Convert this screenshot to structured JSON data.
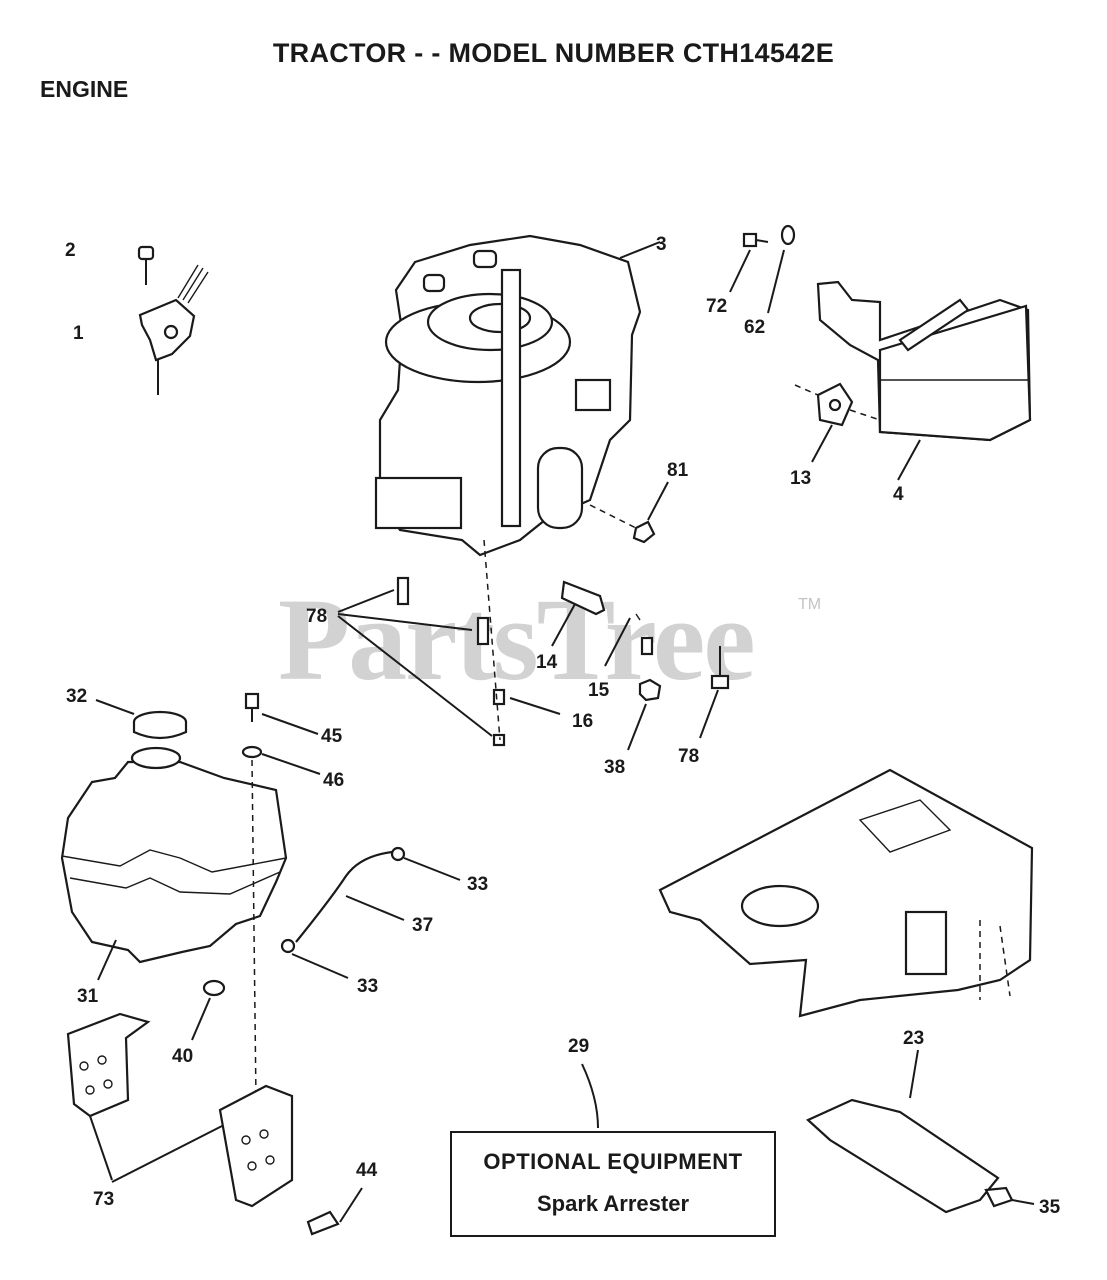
{
  "title": "TRACTOR - - MODEL NUMBER CTH14542E",
  "section": "ENGINE",
  "watermark": "PartsTree",
  "watermark_tm": "TM",
  "optional_box": {
    "heading": "OPTIONAL EQUIPMENT",
    "item": "Spark Arrester"
  },
  "callouts": {
    "c1": "1",
    "c2": "2",
    "c3": "3",
    "c4": "4",
    "c13": "13",
    "c14": "14",
    "c15": "15",
    "c16": "16",
    "c23": "23",
    "c29": "29",
    "c31": "31",
    "c32": "32",
    "c33a": "33",
    "c33b": "33",
    "c35": "35",
    "c37": "37",
    "c38": "38",
    "c40": "40",
    "c44": "44",
    "c45": "45",
    "c46": "46",
    "c62": "62",
    "c72": "72",
    "c73": "73",
    "c78a": "78",
    "c78b": "78",
    "c81": "81"
  },
  "colors": {
    "ink": "#1a1a1a",
    "watermark": "#d2d2d2",
    "background": "#ffffff"
  }
}
